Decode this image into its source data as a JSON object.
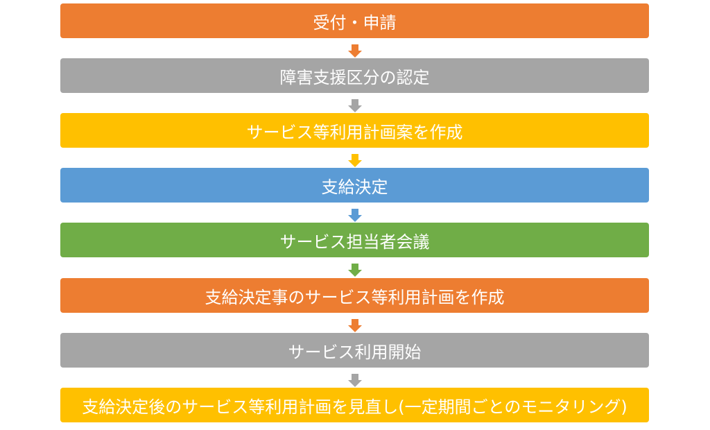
{
  "steps": [
    {
      "label": "受付・申請",
      "color": "#ED7D31"
    },
    {
      "label": "障害支援区分の認定",
      "color": "#A5A5A5"
    },
    {
      "label": "サービス等利用計画案を作成",
      "color": "#FFC000"
    },
    {
      "label": "支給決定",
      "color": "#5B9BD5"
    },
    {
      "label": "サービス担当者会議",
      "color": "#70AD47"
    },
    {
      "label": "支給決定事のサービス等利用計画を作成",
      "color": "#ED7D31"
    },
    {
      "label": "サービス利用開始",
      "color": "#A5A5A5"
    },
    {
      "label": "支給決定後のサービス等利用計画を見直し(一定期間ごとのモニタリング)",
      "color": "#FFC000"
    }
  ]
}
